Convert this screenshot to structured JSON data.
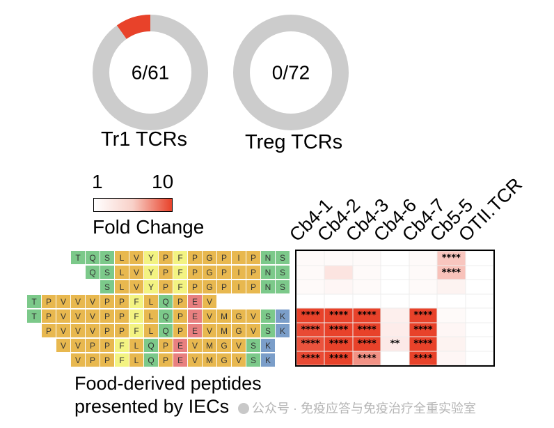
{
  "donuts": [
    {
      "label": "Tr1 TCRs",
      "center_text": "6/61",
      "positive": 6,
      "total": 61
    },
    {
      "label": "Treg TCRs",
      "center_text": "0/72",
      "positive": 0,
      "total": 72
    }
  ],
  "colors": {
    "donut_ring": "#cccccc",
    "donut_highlight": "#e8422a",
    "aa_hydrophobic": "#e8b84f",
    "aa_aromatic": "#f3f382",
    "aa_polar": "#7cc98a",
    "aa_charged_neg": "#e88080",
    "aa_charged_pos": "#7b9ec9",
    "heatmap_low": "#ffffff",
    "heatmap_high": "#e8422a"
  },
  "legend": {
    "min_label": "1",
    "max_label": "10",
    "title": "Fold Change"
  },
  "peptides": [
    {
      "offset": 3,
      "seq": "TQSLVYPFPGPIPNS"
    },
    {
      "offset": 4,
      "seq": "QSLVYPFPGPIPNS"
    },
    {
      "offset": 5,
      "seq": "SLVYPFPGPIPNS"
    },
    {
      "offset": 0,
      "seq": "TPVVVPPFLQPEV"
    },
    {
      "offset": 0,
      "seq": "TPVVVPPFLQPEVMGVSK"
    },
    {
      "offset": 1,
      "seq": "PVVVPPFLQPEVMGVSK"
    },
    {
      "offset": 2,
      "seq": "VVPPFLQPEVMGVSK"
    },
    {
      "offset": 3,
      "seq": "VPPFLQPEVMGVSK"
    }
  ],
  "chart_data": {
    "type": "heatmap",
    "columns": [
      "Cb4-1",
      "Cb4-2",
      "Cb4-3",
      "Cb4-6",
      "Cb4-7",
      "Cb5-5",
      "OTII.TCR"
    ],
    "values": [
      [
        1.1,
        1.1,
        1.1,
        1.0,
        1.1,
        3.0,
        1.0
      ],
      [
        1.1,
        1.8,
        1.1,
        1.0,
        1.1,
        3.2,
        1.0
      ],
      [
        1.1,
        1.2,
        1.1,
        1.0,
        1.1,
        1.3,
        1.0
      ],
      [
        1.0,
        1.0,
        1.0,
        1.0,
        1.0,
        1.0,
        1.0
      ],
      [
        10,
        10,
        10,
        1.4,
        10,
        1.1,
        1.0
      ],
      [
        9.5,
        10,
        10,
        1.5,
        10,
        1.2,
        1.0
      ],
      [
        9.0,
        10,
        10,
        1.6,
        10,
        1.3,
        1.0
      ],
      [
        9.5,
        10,
        5.5,
        1.0,
        10,
        1.2,
        1.0
      ]
    ],
    "significance": [
      [
        "",
        "",
        "",
        "",
        "",
        "****",
        ""
      ],
      [
        "",
        "",
        "",
        "",
        "",
        "****",
        ""
      ],
      [
        "",
        "",
        "",
        "",
        "",
        "",
        ""
      ],
      [
        "",
        "",
        "",
        "",
        "",
        "",
        ""
      ],
      [
        "****",
        "****",
        "****",
        "",
        "****",
        "",
        ""
      ],
      [
        "****",
        "****",
        "****",
        "",
        "****",
        "",
        ""
      ],
      [
        "****",
        "****",
        "****",
        "**",
        "****",
        "",
        ""
      ],
      [
        "****",
        "****",
        "****",
        "",
        "****",
        "",
        ""
      ]
    ],
    "color_range": [
      1,
      10
    ]
  },
  "footer": {
    "line1": "Food-derived peptides",
    "line2": "presented by IECs"
  },
  "watermark": "公众号 · 免疫应答与免疫治疗全重实验室"
}
